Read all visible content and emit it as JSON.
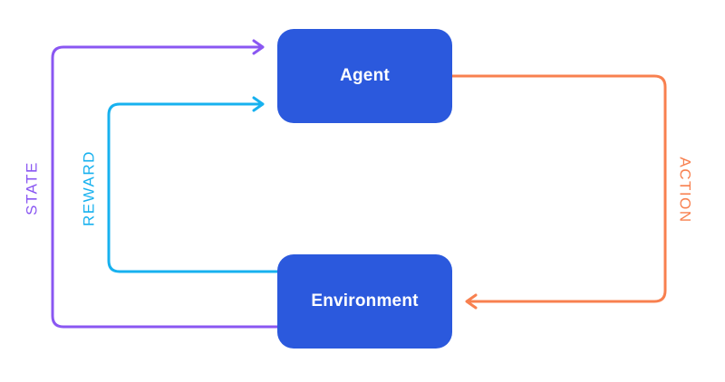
{
  "nodes": {
    "agent": {
      "label": "Agent"
    },
    "environment": {
      "label": "Environment"
    }
  },
  "edges": {
    "state": {
      "label": "STATE",
      "from": "environment",
      "to": "agent"
    },
    "reward": {
      "label": "REWARD",
      "from": "environment",
      "to": "agent"
    },
    "action": {
      "label": "ACTION",
      "from": "agent",
      "to": "environment"
    }
  },
  "colors": {
    "node_fill": "#2b59dd",
    "node_text": "#ffffff",
    "state": "#8a57f2",
    "reward": "#17b1ef",
    "action": "#f8804f"
  }
}
